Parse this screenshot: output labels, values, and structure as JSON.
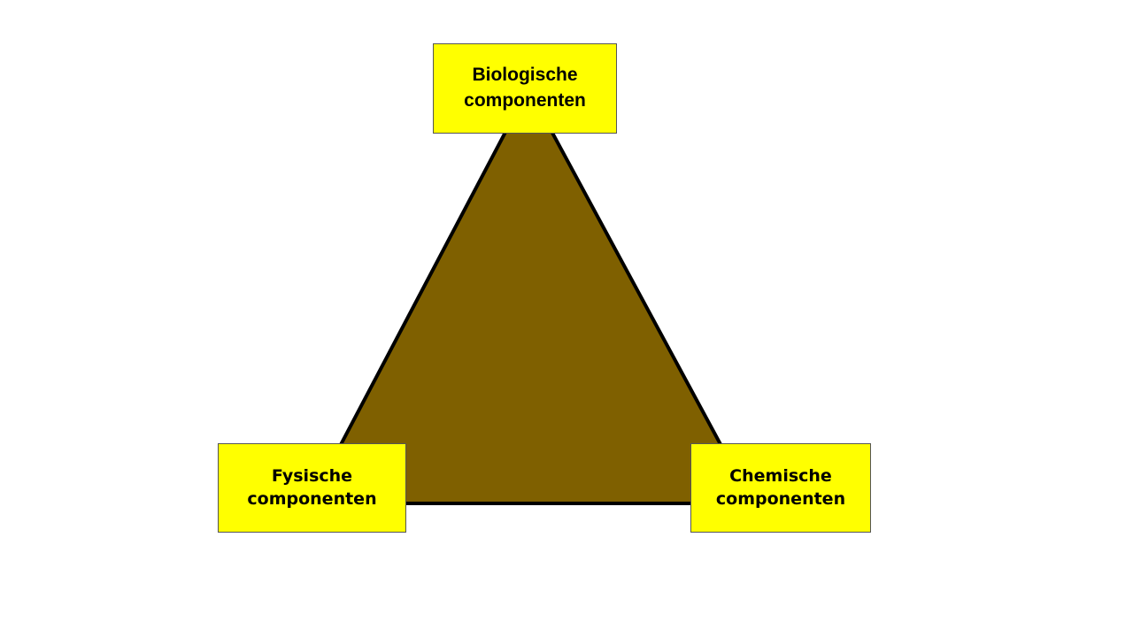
{
  "colors": {
    "triangle_fill": "#7f6000",
    "triangle_stroke": "#000000",
    "box_fill": "#ffff00",
    "box_border": "#555555",
    "text": "#000000",
    "background": "#ffffff"
  },
  "nodes": {
    "biological": {
      "line1": "Biologische",
      "line2": "componenten"
    },
    "physical": {
      "line1": "Fysische",
      "line2": "componenten"
    },
    "chemical": {
      "line1": "Chemische",
      "line2": "componenten"
    }
  }
}
